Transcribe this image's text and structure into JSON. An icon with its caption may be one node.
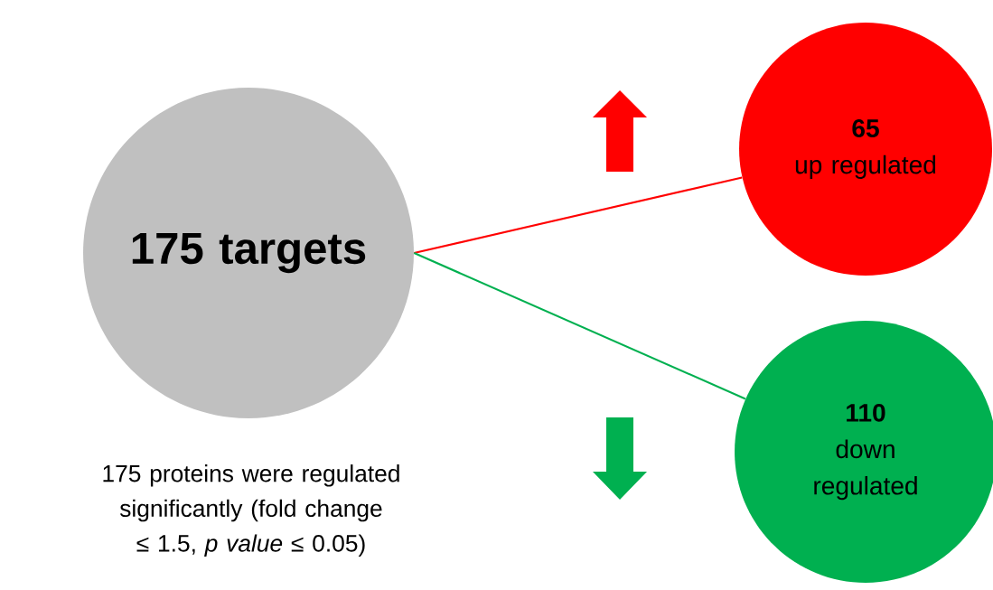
{
  "diagram": {
    "nodes": [
      {
        "text": [
          "175 targets"
        ]
      },
      {
        "text": [
          "65",
          "up regulated"
        ]
      },
      {
        "text": [
          "110",
          "down regulated"
        ]
      }
    ],
    "edges": [
      {
        "from": 0,
        "to": 1,
        "arrow": "none",
        "color": "#ff0000"
      },
      {
        "from": 0,
        "to": 2,
        "arrow": "none",
        "color": "#00b050"
      }
    ],
    "labels": [
      "175 proteins were regulated significantly (fold change ≤ 1.5, *p value* ≤ 0.05)"
    ]
  }
}
